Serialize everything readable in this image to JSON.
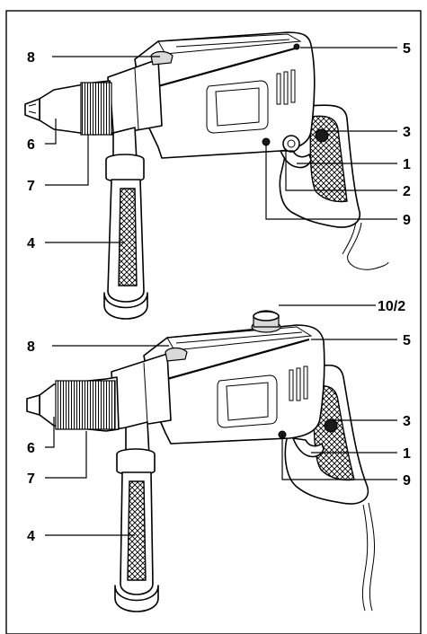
{
  "figure_top": {
    "labels": [
      {
        "id": "t8",
        "text": "8"
      },
      {
        "id": "t5",
        "text": "5"
      },
      {
        "id": "t3",
        "text": "3"
      },
      {
        "id": "t1",
        "text": "1"
      },
      {
        "id": "t6",
        "text": "6"
      },
      {
        "id": "t7",
        "text": "7"
      },
      {
        "id": "t2",
        "text": "2"
      },
      {
        "id": "t9",
        "text": "9"
      },
      {
        "id": "t4",
        "text": "4"
      }
    ]
  },
  "figure_bottom": {
    "labels": [
      {
        "id": "b102",
        "text": "10/2"
      },
      {
        "id": "b8",
        "text": "8"
      },
      {
        "id": "b5",
        "text": "5"
      },
      {
        "id": "b3",
        "text": "3"
      },
      {
        "id": "b6",
        "text": "6"
      },
      {
        "id": "b1",
        "text": "1"
      },
      {
        "id": "b7",
        "text": "7"
      },
      {
        "id": "b9",
        "text": "9"
      },
      {
        "id": "b4",
        "text": "4"
      }
    ]
  }
}
